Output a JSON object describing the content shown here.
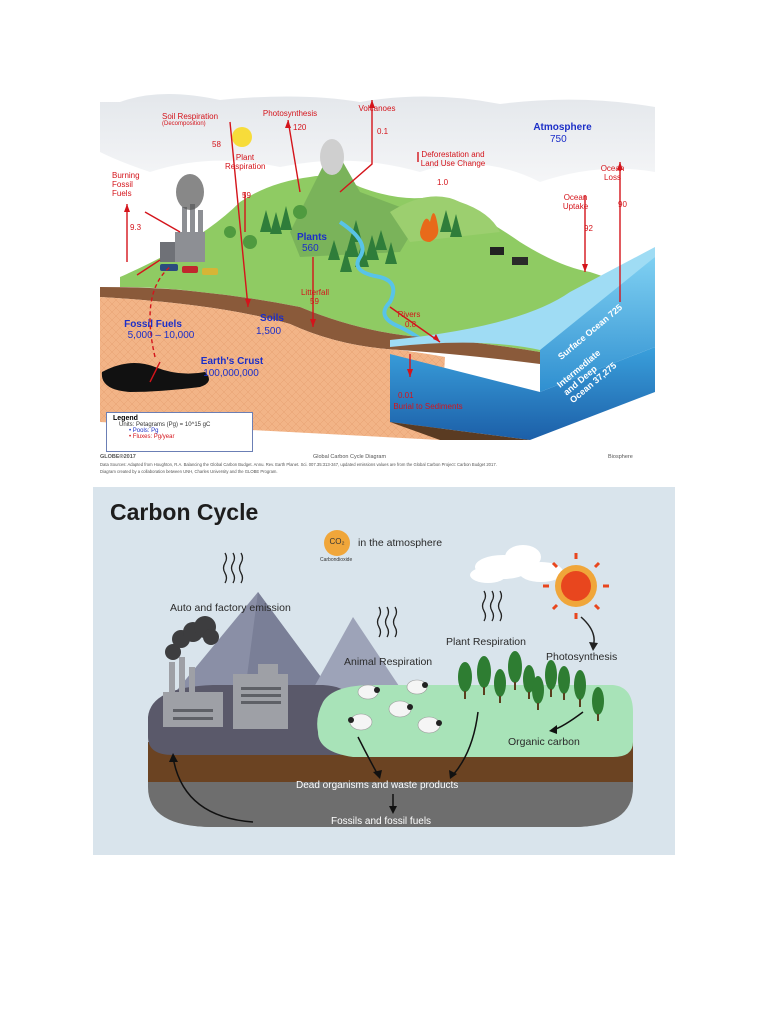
{
  "top_diagram": {
    "labels": {
      "soil_respiration": "Soil Respiration",
      "decomposition": "(Decomposition)",
      "soil_respiration_value": "58",
      "photosynthesis": "Photosynthesis",
      "photosynthesis_value": "120",
      "volcanoes": "Volcanoes",
      "volcanoes_value": "0.1",
      "atmosphere": "Atmosphere",
      "atmosphere_value": "750",
      "plant_respiration": "Plant Respiration",
      "plant_respiration_value": "59",
      "deforestation": "Deforestation and Land Use Change",
      "deforestation_value": "1.0",
      "ocean_loss": "Ocean Loss",
      "ocean_loss_value": "90",
      "ocean_uptake": "Ocean Uptake",
      "ocean_uptake_value": "92",
      "burning_fossil_fuels": "Burning Fossil Fuels",
      "burning_value": "9.3",
      "plants": "Plants",
      "plants_value": "560",
      "litterfall": "Litterfall",
      "litterfall_value": "59",
      "rivers": "Rivers",
      "rivers_value": "0.8",
      "soils": "Soils",
      "soils_value": "1,500",
      "fossil_fuels": "Fossil Fuels",
      "fossil_fuels_value": "5,000 – 10,000",
      "earths_crust": "Earth's Crust",
      "earths_crust_value": "100,000,000",
      "surface_ocean": "Surface Ocean",
      "surface_ocean_value": "725",
      "deep_ocean": "Intermediate and Deep Ocean",
      "deep_ocean_value": "37,275",
      "burial_value": "0.01",
      "burial": "Burial to Sediments"
    },
    "legend": {
      "title": "Legend",
      "units": "Units: Petagrams (Pg) = 10^15 gC",
      "pools": "Pools: Pg",
      "fluxes": "Fluxes: Pg/year"
    },
    "footer": {
      "credit": "GLOBE®2017",
      "caption": "Global Carbon Cycle Diagram",
      "category": "Biosphere",
      "sources_line1": "Data Sources: Adapted from Houghton, R.A. Balancing the Global Carbon Budget. Annu. Rev. Earth Planet. Sci. 007.35:313-347, updated emissions values are from the Global Carbon Project: Carbon Budget 2017.",
      "sources_line2": "Diagram created by a collaboration between UNH, Charles University and the GLOBE Program."
    }
  },
  "bottom_diagram": {
    "title": "Carbon Cycle",
    "co2_badge": "CO₂",
    "co2_sub": "Carbondioxide",
    "in_atmosphere": "in the atmosphere",
    "auto_factory": "Auto and factory emission",
    "plant_respiration": "Plant Respiration",
    "animal_respiration": "Animal Respiration",
    "photosynthesis": "Photosynthesis",
    "organic_carbon": "Organic carbon",
    "dead_organisms": "Dead organisms and waste products",
    "fossils": "Fossils and fossil fuels"
  },
  "colors": {
    "flux_red": "#d4141b",
    "pool_blue": "#1c2fc8",
    "ocean": "#4fb8e6",
    "grass": "#9ccc6a",
    "panel_bg": "#d9e4ec",
    "sun": "#e8461e"
  }
}
